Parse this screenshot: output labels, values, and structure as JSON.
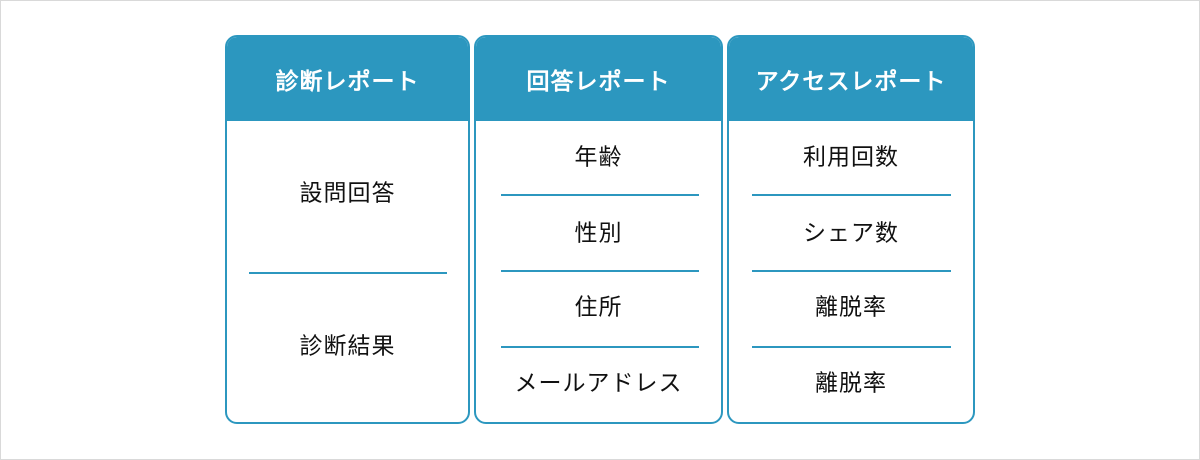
{
  "cards": [
    {
      "title": "診断レポート",
      "items": [
        "設問回答",
        "診断結果"
      ]
    },
    {
      "title": "回答レポート",
      "items": [
        "年齢",
        "性別",
        "住所",
        "メールアドレス"
      ]
    },
    {
      "title": "アクセスレポート",
      "items": [
        "利用回数",
        "シェア数",
        "離脱率",
        "離脱率"
      ]
    }
  ],
  "colors": {
    "accent": "#2c97bf",
    "header_text": "#ffffff",
    "body_text": "#111111"
  }
}
